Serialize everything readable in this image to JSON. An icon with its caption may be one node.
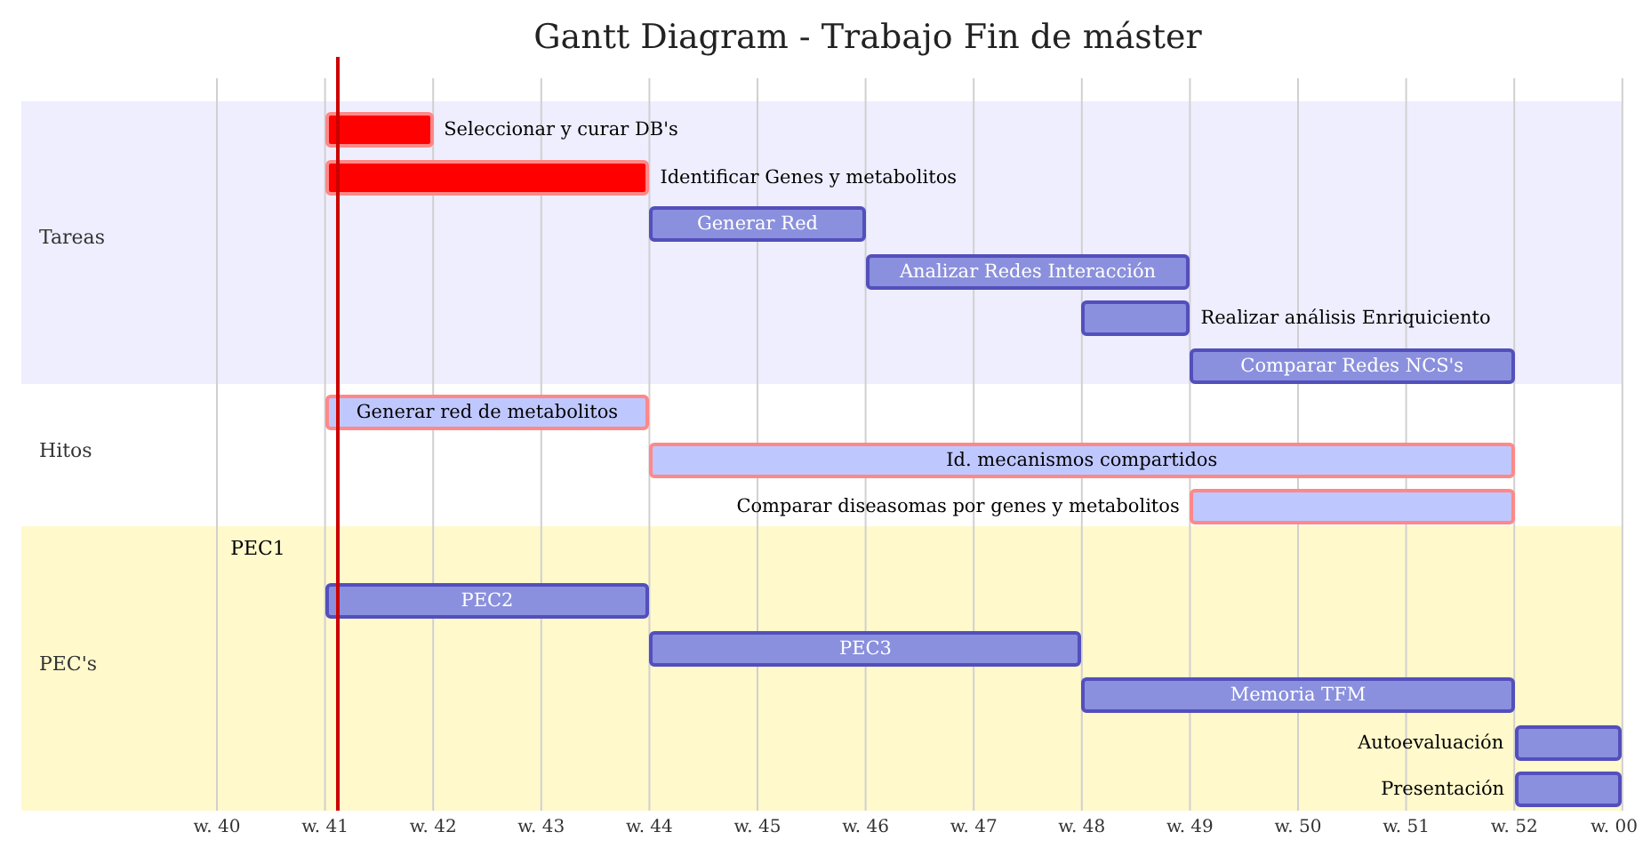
{
  "diagram": {
    "title": "Gantt Diagram - Trabajo Fin de máster",
    "nodes": [
      {
        "text": [
          "Tareas"
        ]
      },
      {
        "text": [
          "Seleccionar y curar DB's"
        ],
        "in": 0
      },
      {
        "text": [
          "Identificar Genes y metabolitos"
        ],
        "in": 0
      },
      {
        "text": [
          "Generar Red"
        ],
        "in": 0
      },
      {
        "text": [
          "Analizar Redes Interacción"
        ],
        "in": 0
      },
      {
        "text": [
          "Realizar análisis Enriquiciento"
        ],
        "in": 0
      },
      {
        "text": [
          "Comparar Redes NCS's"
        ],
        "in": 0
      },
      {
        "text": [
          "Hitos"
        ]
      },
      {
        "text": [
          "Generar red de metabolitos"
        ],
        "in": 7
      },
      {
        "text": [
          "Id. mecanismos compartidos"
        ],
        "in": 7
      },
      {
        "text": [
          "Comparar diseasomas por genes y metabolitos"
        ],
        "in": 7
      },
      {
        "text": [
          "PEC's"
        ]
      },
      {
        "text": [
          "PEC2"
        ],
        "in": 11
      },
      {
        "text": [
          "PEC3"
        ],
        "in": 11
      },
      {
        "text": [
          "Memoria TFM"
        ],
        "in": 11
      },
      {
        "text": [
          "Autoevaluación"
        ],
        "in": 11
      },
      {
        "text": [
          "Presentación"
        ],
        "in": 11
      }
    ],
    "edges": [],
    "labels": [
      "PEC1",
      "w. 40",
      "w. 41",
      "w. 42",
      "w. 43",
      "w. 44",
      "w. 45",
      "w. 46",
      "w. 47",
      "w. 48",
      "w. 49",
      "w. 50",
      "w. 51",
      "w. 52",
      "w. 00"
    ]
  }
}
